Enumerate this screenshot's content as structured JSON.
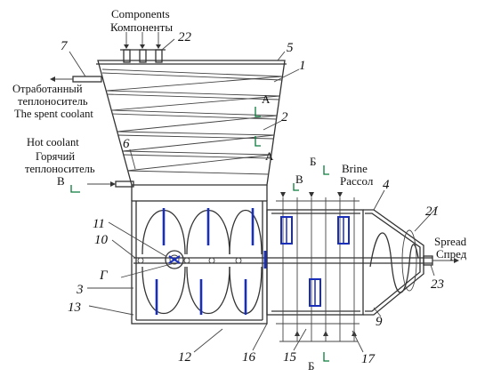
{
  "labels": {
    "components_en": "Components",
    "components_ru": "Компоненты",
    "spent_ru_1": "Отработанный",
    "spent_ru_2": "теплоноситель",
    "spent_en": "The spent coolant",
    "hot_en": "Hot coolant",
    "hot_ru_1": "Горячий",
    "hot_ru_2": "теплоноситель",
    "brine_en": "Brine",
    "brine_ru": "Рассол",
    "spread_en": "Spread",
    "spread_ru": "Спред"
  },
  "section_marks": {
    "a_top": "A",
    "a_bottom": "A",
    "b_top": "Б",
    "b_bottom": "Б",
    "v_left": "В",
    "v_top": "В",
    "g": "Г"
  },
  "callouts": {
    "n1": "1",
    "n2": "2",
    "n3": "3",
    "n4": "4",
    "n5": "5",
    "n6": "6",
    "n7": "7",
    "n9": "9",
    "n10": "10",
    "n11": "11",
    "n12": "12",
    "n13": "13",
    "n15": "15",
    "n16": "16",
    "n17": "17",
    "n21": "21",
    "n22": "22",
    "n23": "23"
  }
}
